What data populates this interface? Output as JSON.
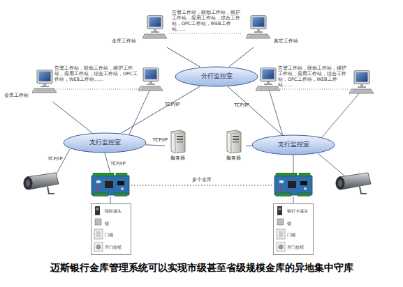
{
  "diagram": {
    "caption": "迈斯银行金库管理系统可以实现市级甚至省级规模金库的异地集中守库",
    "nodes": [
      {
        "text": [
          "金库工作站"
        ]
      },
      {
        "text": [
          "其它工作站"
        ]
      },
      {
        "text": [
          "分行监控室"
        ]
      },
      {
        "text": [
          "金库工作站"
        ]
      },
      {
        "text": [
          "支行监控室"
        ]
      },
      {
        "text": [
          "服务器"
        ]
      },
      {
        "text": [
          "服务器"
        ]
      },
      {
        "text": [
          "支行监控室"
        ]
      }
    ],
    "edges": [
      {
        "from": 2,
        "to": 0,
        "arrow": "none"
      },
      {
        "from": 2,
        "to": 1,
        "arrow": "none"
      },
      {
        "from": 2,
        "to": 4,
        "label": "TCP/IP",
        "arrow": "none"
      },
      {
        "from": 2,
        "to": 7,
        "label": "TCP/IP",
        "arrow": "none"
      },
      {
        "from": 4,
        "to": 3,
        "arrow": "none"
      },
      {
        "from": 4,
        "to": 5,
        "label": "TCP/IP",
        "arrow": "none"
      },
      {
        "from": 7,
        "to": 6,
        "arrow": "none"
      }
    ],
    "labels": [
      "告警工作站，联动工作站，维护工作站，应用工作站，综合工作站，OPC工作站，WEB工作站……",
      "告警工作站，联动工作站，维护工作站，应用工作站，综合工作站，OPC工作站，WEB工作站……",
      "告警工作站，联动工作站，维护工作站，应用工作站，综合工作站，OPC工作站，WEB工作站……",
      "TCP/IP",
      "TCP/IP",
      "多个金库",
      "指纹读头",
      "锁",
      "门磁",
      "开门按钮",
      "银行卡读头",
      "锁",
      "门磁",
      "开门按钮"
    ]
  }
}
